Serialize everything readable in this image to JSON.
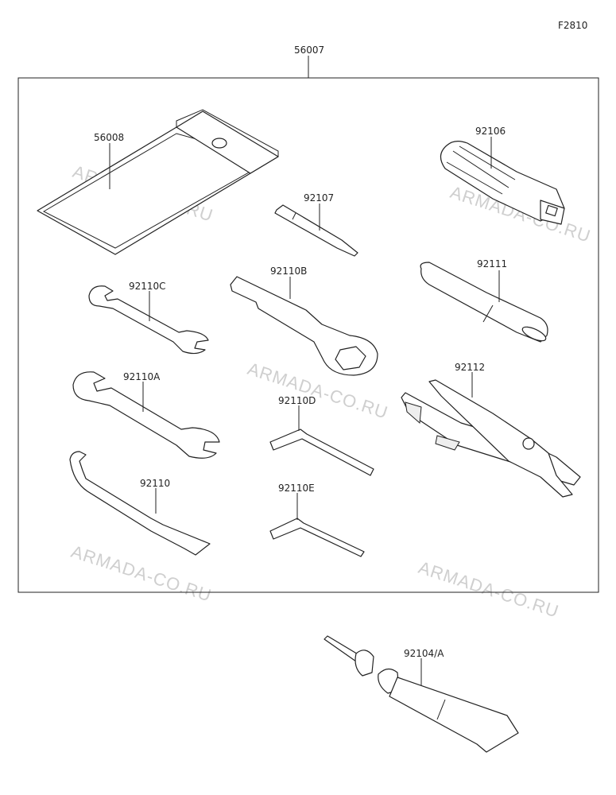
{
  "figure_code": "F2810",
  "watermark_text": "ARMADA-CO.RU",
  "colors": {
    "line": "#222222",
    "watermark": "#cfcfcf",
    "background": "#ffffff"
  },
  "labels": {
    "kit": "56007",
    "pouch": "56008",
    "screwdriver_handle": "92106",
    "screwdriver_bit": "92107",
    "box_wrench": "92110B",
    "wrench_small": "92110C",
    "extension_bar": "92111",
    "wrench_large": "92110A",
    "hex_key_d": "92110D",
    "pliers": "92112",
    "hook_spanner": "92110",
    "hex_key_e": "92110E",
    "valve_tool_tube": "92104/A"
  }
}
